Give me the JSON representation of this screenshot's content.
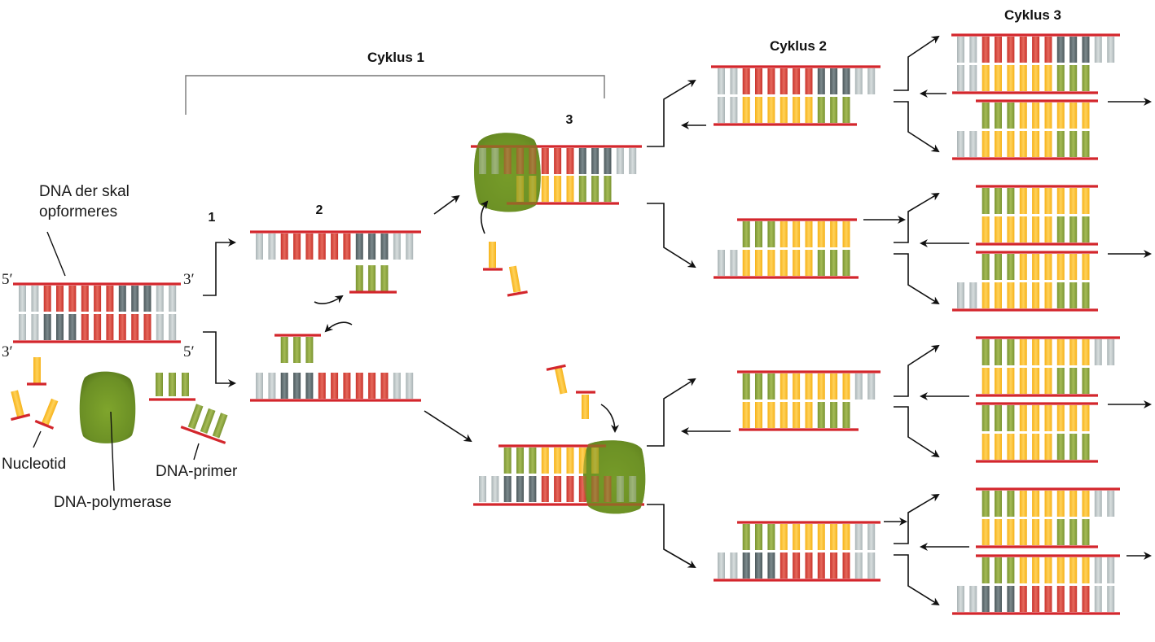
{
  "figure": {
    "title": "PCR – polymerase chain reaction",
    "cycle_labels": [
      "Cyklus 1",
      "Cyklus 2",
      "Cyklus 3"
    ],
    "step_labels": [
      "1",
      "2",
      "3"
    ]
  },
  "legend": {
    "target_dna_label_line1": "DNA der skal",
    "target_dna_label_line2": "opformeres",
    "nucleotide_label": "Nucleotid",
    "polymerase_label": "DNA-polymerase",
    "primer_label": "DNA-primer",
    "five_prime": "5′",
    "three_prime": "3′"
  },
  "colors": {
    "backbone": "#d3262c",
    "base_light_gray": "#c3cbcc",
    "base_red": "#d8463d",
    "base_dark_gray": "#5f6d70",
    "base_yellow": "#fdc12d",
    "base_green": "#8ea63c",
    "polymerase": "#6f9427",
    "arrow": "#111111"
  },
  "base_key": {
    "L": "light gray (flanking template)",
    "R": "red (target template)",
    "D": "dark gray (target template)",
    "Y": "yellow (new nucleotide)",
    "G": "green (primer)"
  },
  "structures": {
    "original": {
      "top": "LLRRRRRRDDDLL",
      "bottom": "LLDDDRRRRRRLL"
    },
    "step2_upper": {
      "template": "LLRRRRRRDDDLL",
      "primer": "GGG"
    },
    "step2_lower": {
      "template": "LLDDDRRRRRRLL",
      "primer": "GGG"
    },
    "step3_upper": {
      "template": "LLRRRRRRDDDLL",
      "new_strand": "YYYYYGGG"
    },
    "step3_lower": {
      "new_strand": "GGGYYYYY",
      "template": "LLDDDRRRRRRLL"
    },
    "cycle2": [
      {
        "top": "LLRRRRRRDDDLL",
        "bottom": "LLYYYYYYGGG"
      },
      {
        "top": "GGGYYYYYY",
        "bottom": "LLYYYYYYGGG"
      },
      {
        "top": "GGGYYYYYYLL",
        "bottom": "YYYYYYGGG"
      },
      {
        "top": "GGGYYYYYYLL",
        "bottom": "LLDDDRRRRRRLL"
      }
    ],
    "cycle3": [
      {
        "top": "LLRRRRRRDDDLL",
        "bottom": "LLYYYYYYGGG"
      },
      {
        "top": "GGGYYYYYY",
        "bottom": "LLYYYYYYGGG"
      },
      {
        "top": "GGGYYYYYY",
        "bottom": "YYYYYYGGG"
      },
      {
        "top": "GGGYYYYYY",
        "bottom": "LLYYYYYYGGG"
      },
      {
        "top": "GGGYYYYYYLL",
        "bottom": "YYYYYYGGG"
      },
      {
        "top": "GGGYYYYYY",
        "bottom": "YYYYYYGGG"
      },
      {
        "top": "GGGYYYYYYLL",
        "bottom": "YYYYYYGGG"
      },
      {
        "top": "GGGYYYYYYLL",
        "bottom": "LLDDDRRRRRRLL"
      }
    ]
  }
}
